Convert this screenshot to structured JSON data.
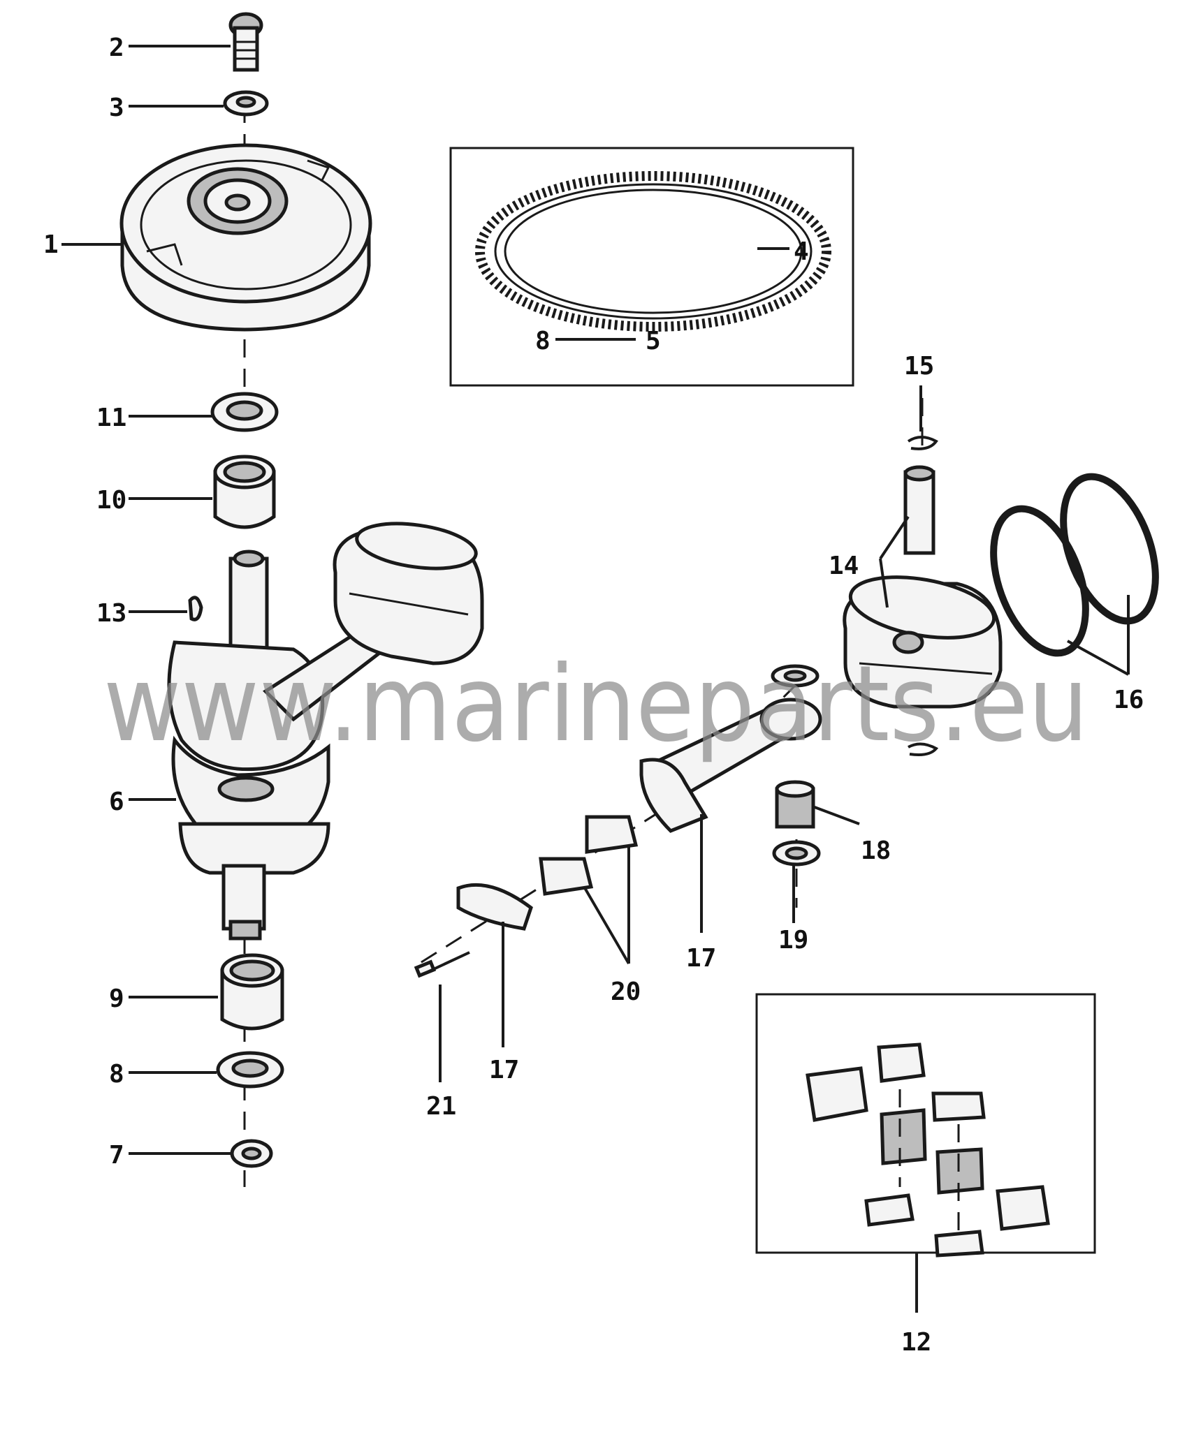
{
  "callouts": {
    "c1": "1",
    "c2": "2",
    "c3": "3",
    "c4": "4",
    "c5": "5",
    "c6": "6",
    "c7": "7",
    "c8": "8",
    "c8b": "8",
    "c9": "9",
    "c10": "10",
    "c11": "11",
    "c12": "12",
    "c13": "13",
    "c14": "14",
    "c15": "15",
    "c16": "16",
    "c17a": "17",
    "c17b": "17",
    "c18": "18",
    "c19": "19",
    "c20": "20",
    "c21": "21"
  },
  "watermark": "www.marineparts.eu",
  "colors": {
    "ink": "#1a1a1a",
    "watermark": "#8c8c8c",
    "background": "#ffffff"
  }
}
